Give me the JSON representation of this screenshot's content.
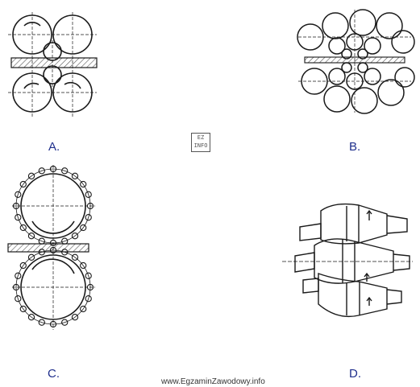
{
  "labels": {
    "a": "A.",
    "b": "B.",
    "c": "C.",
    "d": "D."
  },
  "watermark": "www.EgzaminZawodowy.info",
  "logo": {
    "line1": "EZ",
    "line2": "INFO"
  },
  "colors": {
    "ink": "#1a1a1a",
    "label": "#1f2f8c",
    "hatch": "#555555"
  }
}
